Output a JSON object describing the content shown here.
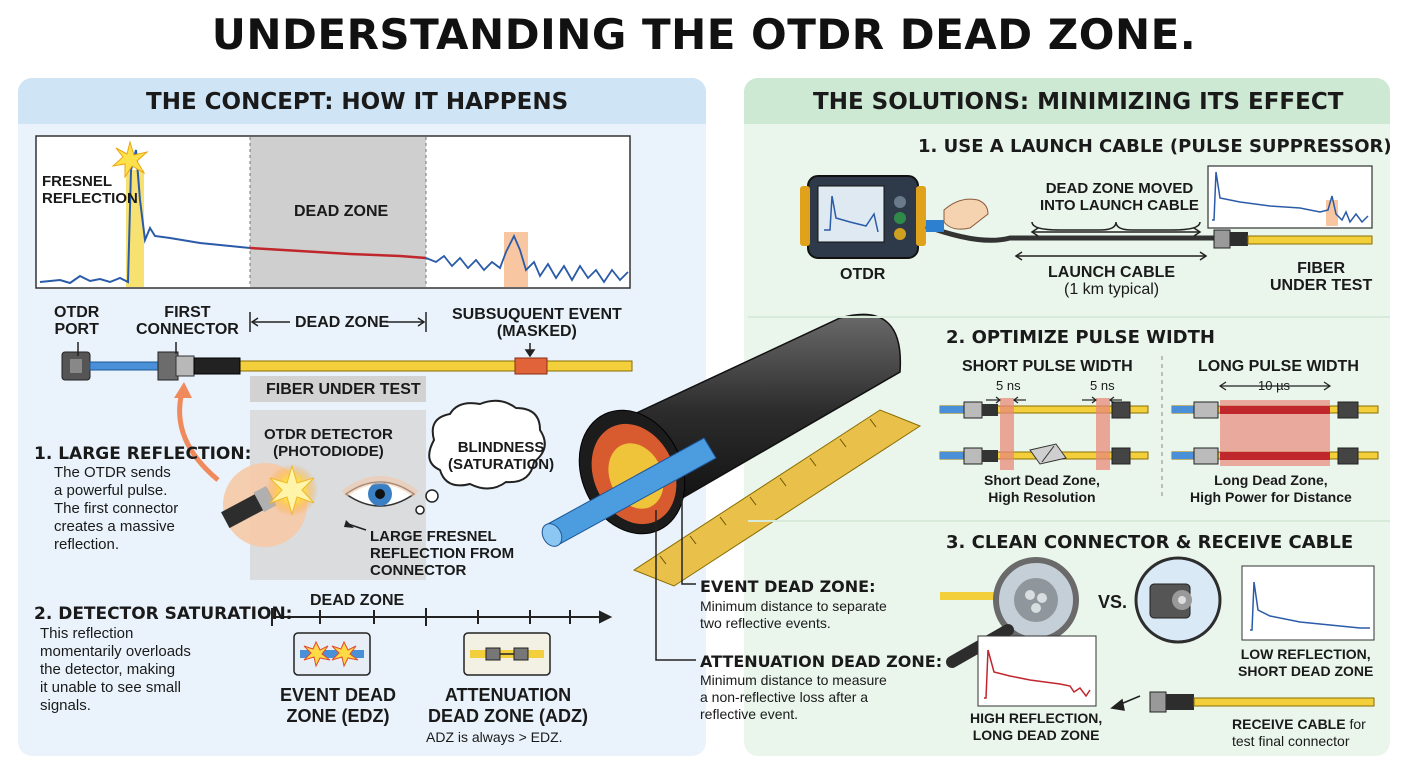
{
  "title": "UNDERSTANDING THE OTDR DEAD ZONE.",
  "left": {
    "heading": "THE CONCEPT: HOW IT HAPPENS",
    "trace": {
      "fresnel_label_1": "FRESNEL",
      "fresnel_label_2": "REFLECTION",
      "dead_zone_label": "DEAD ZONE"
    },
    "fiber": {
      "otdr_port_1": "OTDR",
      "otdr_port_2": "PORT",
      "first_connector_1": "FIRST",
      "first_connector_2": "CONNECTOR",
      "dead_zone_span": "DEAD ZONE",
      "subsequent_1": "SUBSUQUENT EVENT",
      "subsequent_2": "(MASKED)",
      "fiber_under_test": "FIBER UNDER TEST"
    },
    "detector": {
      "label_1": "OTDR DETECTOR",
      "label_2": "(PHOTODIODE)",
      "blind_1": "BLINDNESS",
      "blind_2": "(SATURATION)",
      "fresnel_1": "LARGE FRESNEL",
      "fresnel_2": "REFLECTION FROM",
      "fresnel_3": "CONNECTOR"
    },
    "step1": {
      "heading": "1. LARGE REFLECTION:",
      "lines": [
        "The OTDR sends",
        "a powerful pulse.",
        "The first connector",
        "creates a massive",
        "reflection."
      ]
    },
    "step2": {
      "heading": "2. DETECTOR SATURATION:",
      "lines": [
        "This reflection",
        "momentarily overloads",
        "the detector, making",
        "it unable to see small",
        "signals."
      ]
    },
    "scale": {
      "dead_zone_label": "DEAD ZONE",
      "edz_1": "EVENT DEAD",
      "edz_2": "ZONE (EDZ)",
      "adz_1": "ATTENUATION",
      "adz_2": "DEAD ZONE (ADZ)",
      "note": "ADZ is always > EDZ."
    }
  },
  "center": {
    "event_dz_heading": "EVENT DEAD ZONE:",
    "event_dz_lines": [
      "Minimum distance to separate",
      "two reflective events."
    ],
    "att_dz_heading": "ATTENUATION DEAD ZONE:",
    "att_dz_lines": [
      "Minimum distance to measure",
      "a non-reflective loss after a",
      "reflective event."
    ]
  },
  "right": {
    "heading": "THE SOLUTIONS: MINIMIZING ITS EFFECT",
    "sol1": {
      "title": "1. USE A LAUNCH CABLE (PULSE SUPPRESSOR)",
      "moved_1": "DEAD ZONE MOVED",
      "moved_2": "INTO LAUNCH CABLE",
      "otdr": "OTDR",
      "launch_1": "LAUNCH CABLE",
      "launch_2": "(1 km typical)",
      "fut_1": "FIBER",
      "fut_2": "UNDER TEST"
    },
    "sol2": {
      "title": "2. OPTIMIZE PULSE WIDTH",
      "short_head": "SHORT PULSE WIDTH",
      "long_head": "LONG PULSE WIDTH",
      "short_ns_a": "5 ns",
      "short_ns_b": "5 ns",
      "long_us": "10 µs",
      "short_cap_1": "Short Dead Zone,",
      "short_cap_2": "High Resolution",
      "long_cap_1": "Long Dead Zone,",
      "long_cap_2": "High Power for Distance"
    },
    "sol3": {
      "title": "3. CLEAN CONNECTOR & RECEIVE CABLE",
      "vs": "VS.",
      "low_1": "LOW REFLECTION,",
      "low_2": "SHORT DEAD ZONE",
      "high_1": "HIGH REFLECTION,",
      "high_2": "LONG DEAD ZONE",
      "receive_bold": "RECEIVE CABLE",
      "receive_rest": " for",
      "receive_2": "test final connector"
    }
  },
  "colors": {
    "fiber_yellow": "#f2cf3b",
    "fiber_blue": "#4a90d9",
    "trace_blue": "#2a5ba8",
    "trace_red": "#c0272d",
    "dead_zone_gray": "#c9c9c9",
    "left_panel": "#eaf3fb",
    "right_panel": "#eaf5ec"
  }
}
